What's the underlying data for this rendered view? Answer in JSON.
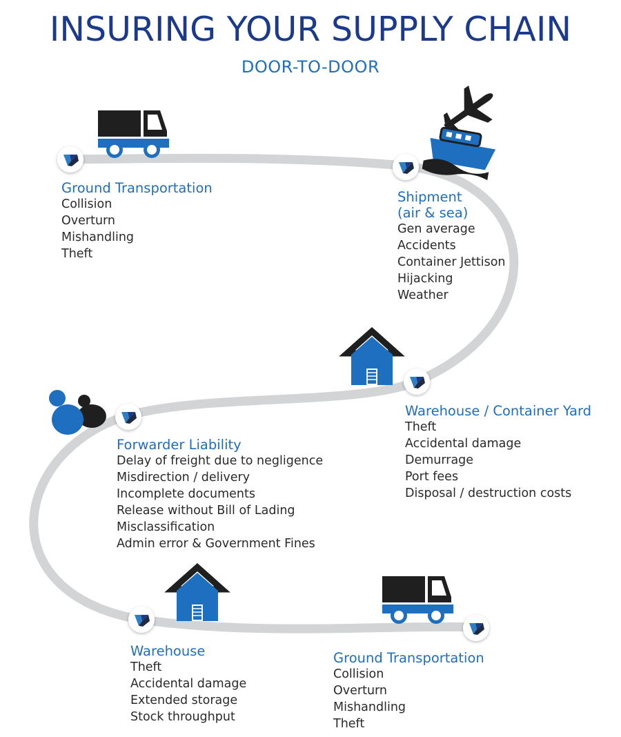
{
  "title": "INSURING YOUR SUPPLY CHAIN",
  "subtitle": "DOOR-TO-DOOR",
  "colors": {
    "title": "#1b3a8c",
    "accent": "#1e6fbf",
    "path": "#d3d4d6",
    "dark": "#1f1f1f"
  },
  "stages": [
    {
      "head": [
        "Ground Transportation"
      ],
      "items": [
        "Collision",
        "Overturn",
        "Mishandling",
        "Theft"
      ],
      "icon": "truck-icon"
    },
    {
      "head": [
        "Shipment",
        "(air & sea)"
      ],
      "items": [
        "Gen average",
        "Accidents",
        "Container Jettison",
        "Hijacking",
        "Weather"
      ],
      "icon": "plane-and-ship-icon"
    },
    {
      "head": [
        "Warehouse / Container Yard"
      ],
      "items": [
        "Theft",
        "Accidental damage",
        "Demurrage",
        "Port fees",
        "Disposal / destruction costs"
      ],
      "icon": "warehouse-icon"
    },
    {
      "head": [
        "Forwarder Liability"
      ],
      "items": [
        "Delay of freight due to negligence",
        "Misdirection / delivery",
        "Incomplete documents",
        "Release without Bill of Lading",
        "Misclassification",
        "Admin error & Government Fines"
      ],
      "icon": "people-icon"
    },
    {
      "head": [
        "Warehouse"
      ],
      "items": [
        "Theft",
        "Accidental damage",
        "Extended storage",
        "Stock throughput"
      ],
      "icon": "warehouse-icon"
    },
    {
      "head": [
        "Ground Transportation"
      ],
      "items": [
        "Collision",
        "Overturn",
        "Mishandling",
        "Theft"
      ],
      "icon": "truck-icon"
    }
  ]
}
